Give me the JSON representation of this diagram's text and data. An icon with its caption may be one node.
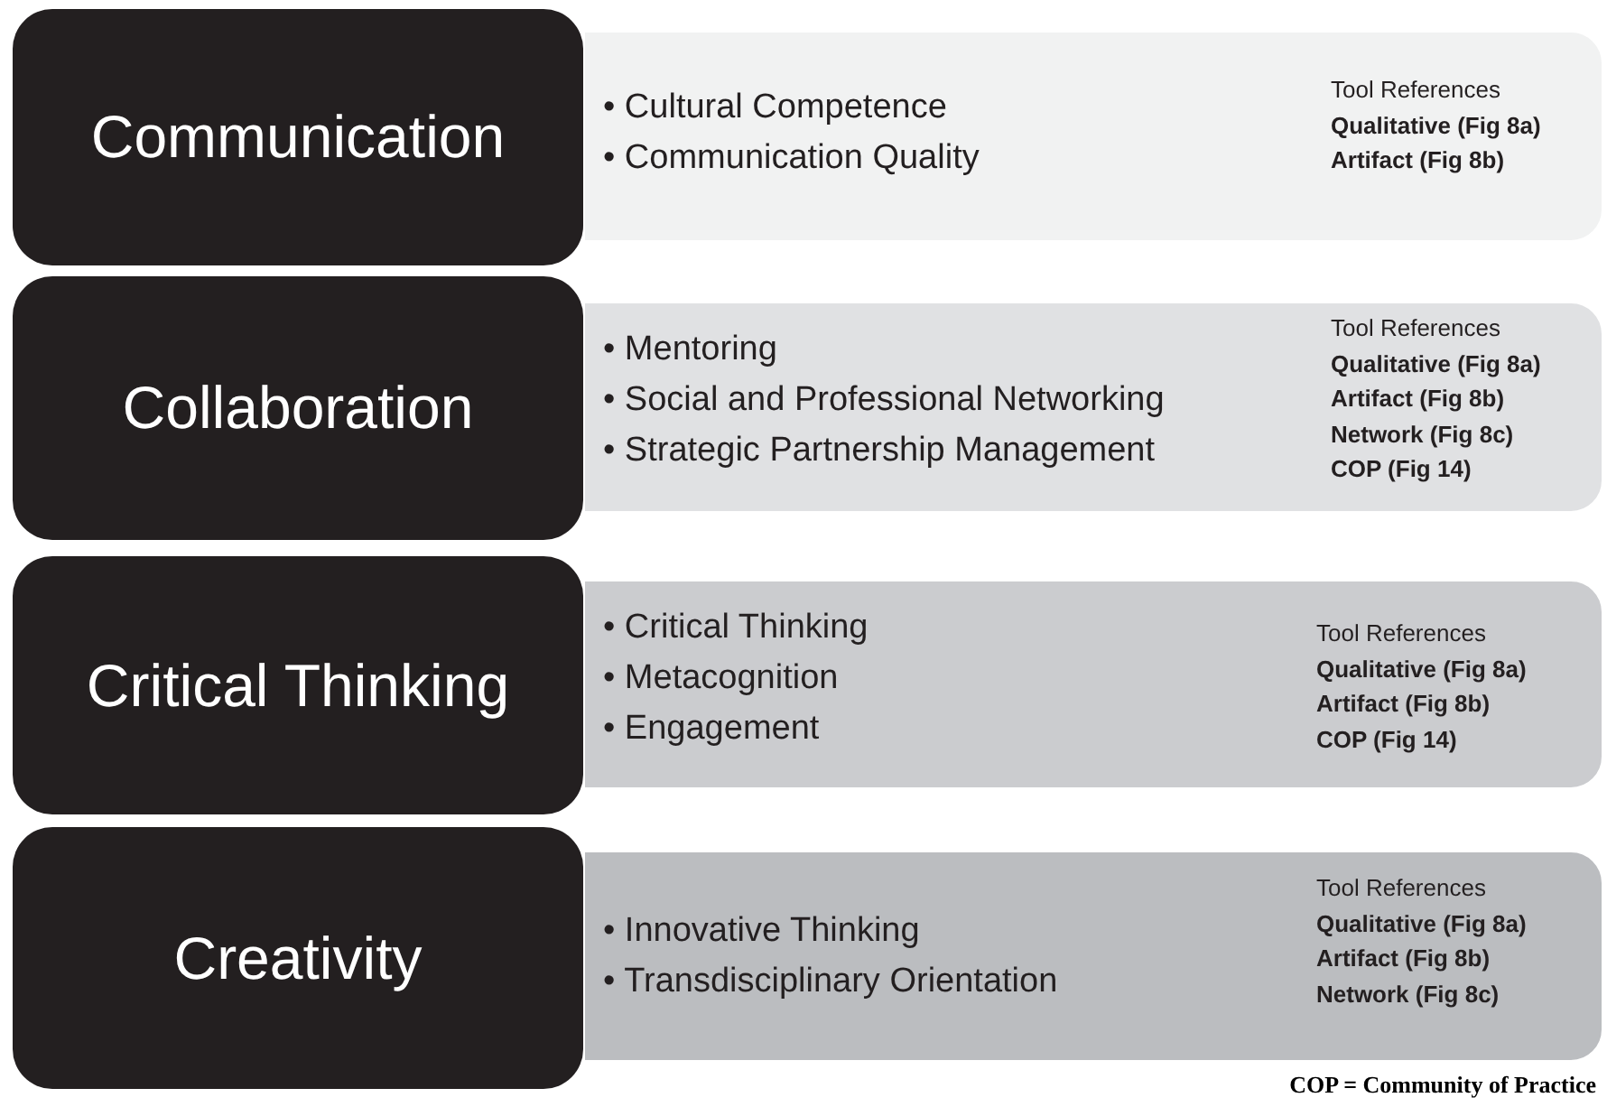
{
  "diagram": {
    "nodes": [
      {
        "text": [
          "Communication"
        ]
      },
      {
        "text": [
          "• Cultural Competence",
          "• Communication Quality",
          "Tool References",
          "Qualitative (Fig 8a)",
          "Artifact (Fig 8b)"
        ]
      },
      {
        "text": [
          "Collaboration"
        ]
      },
      {
        "text": [
          "• Mentoring",
          "• Social and Professional Networking",
          "• Strategic Partnership Management",
          "Tool References",
          "Qualitative (Fig 8a)",
          "Artifact (Fig 8b)",
          "Network (Fig 8c)",
          "COP (Fig 14)"
        ]
      },
      {
        "text": [
          "Critical Thinking"
        ]
      },
      {
        "text": [
          "• Critical Thinking",
          "• Metacognition",
          "• Engagement",
          "Tool References",
          "Qualitative (Fig 8a)",
          "Artifact (Fig 8b)",
          "COP (Fig 14)"
        ]
      },
      {
        "text": [
          "Creativity"
        ]
      },
      {
        "text": [
          "• Innovative Thinking",
          "• Transdisciplinary Orientation",
          "Tool References",
          "Qualitative (Fig 8a)",
          "Artifact (Fig 8b)",
          "Network (Fig 8c)"
        ]
      }
    ],
    "labels": [
      "COP = Community of Practice"
    ]
  }
}
